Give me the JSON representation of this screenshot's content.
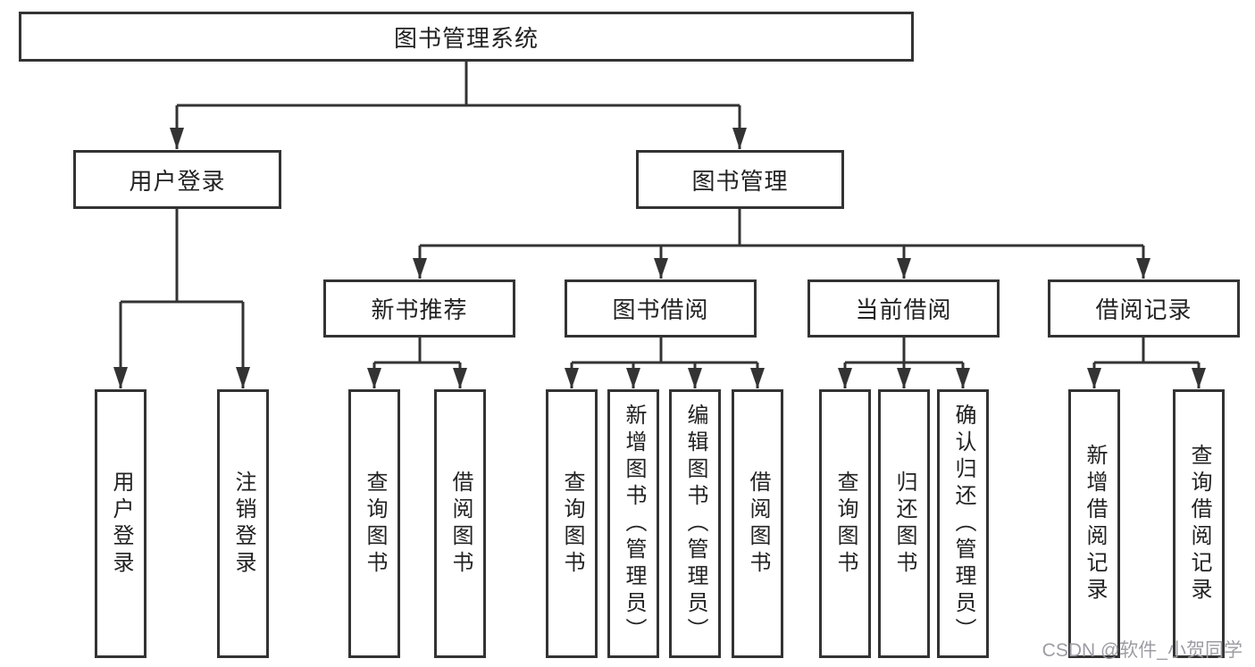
{
  "diagram": {
    "root": {
      "label": "图书管理系统"
    },
    "level2": [
      {
        "label": "用户登录"
      },
      {
        "label": "图书管理"
      }
    ],
    "level3": [
      {
        "label": "新书推荐"
      },
      {
        "label": "图书借阅"
      },
      {
        "label": "当前借阅"
      },
      {
        "label": "借阅记录"
      }
    ],
    "leaves": {
      "user": [
        "用户登录",
        "注销登录"
      ],
      "recommend": [
        "查询图书",
        "借阅图书"
      ],
      "borrow": [
        "查询图书",
        "新增图书（管理员）",
        "编辑图书（管理员）",
        "借阅图书"
      ],
      "current": [
        "查询图书",
        "归还图书",
        "确认归还（管理员）"
      ],
      "records": [
        "新增借阅记录",
        "查询借阅记录"
      ]
    }
  },
  "watermark": "CSDN @软件_小贺同学",
  "colors": {
    "line": "#333333",
    "text": "#222222",
    "watermark": "#9c9ca4",
    "background": "#ffffff"
  }
}
